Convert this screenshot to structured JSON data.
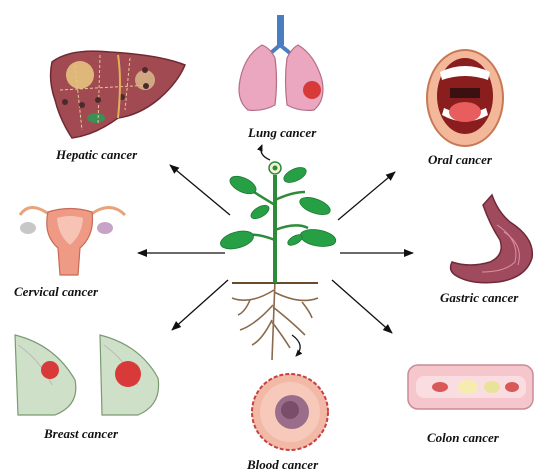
{
  "labels": {
    "hepatic": "Hepatic cancer",
    "lung": "Lung cancer",
    "oral": "Oral cancer",
    "cervical": "Cervical cancer",
    "gastric": "Gastric cancer",
    "breast": "Breast cancer",
    "blood": "Blood cancer",
    "colon": "Colon cancer"
  },
  "colors": {
    "arrow": "#111111",
    "stem": "#2e8b3a",
    "leaf": "#27a045",
    "root": "#8a6a4a",
    "organ_pink": "#e8a6b6",
    "liver": "#a24a52",
    "tumor": "#d83a3a"
  },
  "icons": [
    "medicinal-plant-icon",
    "liver-icon",
    "lungs-icon",
    "open-mouth-icon",
    "uterus-icon",
    "stomach-icon",
    "breast-icon",
    "blood-cell-icon",
    "colon-icon"
  ]
}
